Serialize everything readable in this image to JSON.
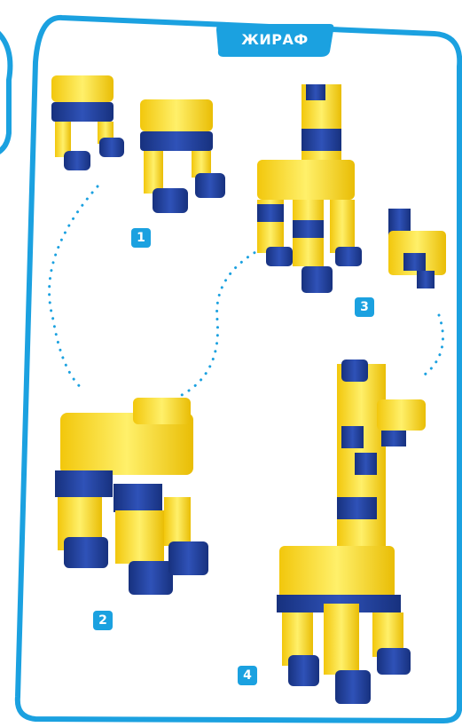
{
  "title": "ЖИРАФ",
  "steps": [
    {
      "number": "1",
      "color": "#1ba1e0"
    },
    {
      "number": "2",
      "color": "#1ba1e0"
    },
    {
      "number": "3",
      "color": "#1ba1e0"
    },
    {
      "number": "4",
      "color": "#1ba1e0"
    }
  ],
  "colors": {
    "frame": "#1ba1e0",
    "brick_yellow": "#ffe23a",
    "brick_yellow_shade": "#e4bf0a",
    "brick_blue": "#1f3f9a",
    "dots": "#1ba1e0"
  },
  "images": [
    {
      "name": "step-1-legs",
      "icon": "toy-bricks"
    },
    {
      "name": "step-2-body",
      "icon": "toy-bricks"
    },
    {
      "name": "step-3-neck-head",
      "icon": "toy-bricks"
    },
    {
      "name": "step-4-giraffe",
      "icon": "toy-bricks"
    }
  ]
}
